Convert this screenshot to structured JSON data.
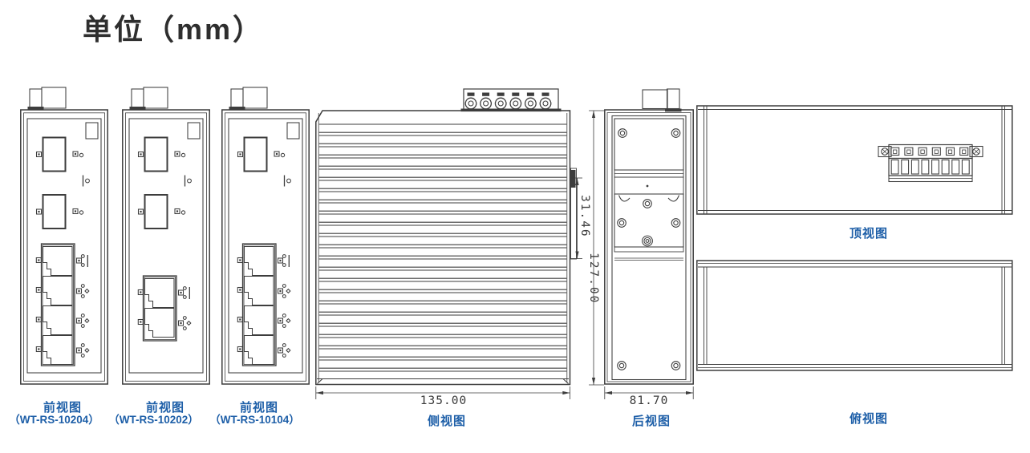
{
  "title": "单位（mm）",
  "colors": {
    "line_art": "#3d3d3d",
    "label_blue": "#1e5fa8",
    "dim_text": "#3a3a3a",
    "background": "#ffffff"
  },
  "views": {
    "front_10204": {
      "label": "前视图",
      "model": "（WT-RS-10204）"
    },
    "front_10202": {
      "label": "前视图",
      "model": "（WT-RS-10202）"
    },
    "front_10104": {
      "label": "前视图",
      "model": "（WT-RS-10104）"
    },
    "side": {
      "label": "侧视图",
      "width_mm": "135.00"
    },
    "back": {
      "label": "后视图",
      "width_mm": "81.70",
      "height_mm": "127.00",
      "din_clip_mm": "31.46"
    },
    "top": {
      "label": "顶视图"
    },
    "bottom": {
      "label": "俯视图"
    }
  }
}
